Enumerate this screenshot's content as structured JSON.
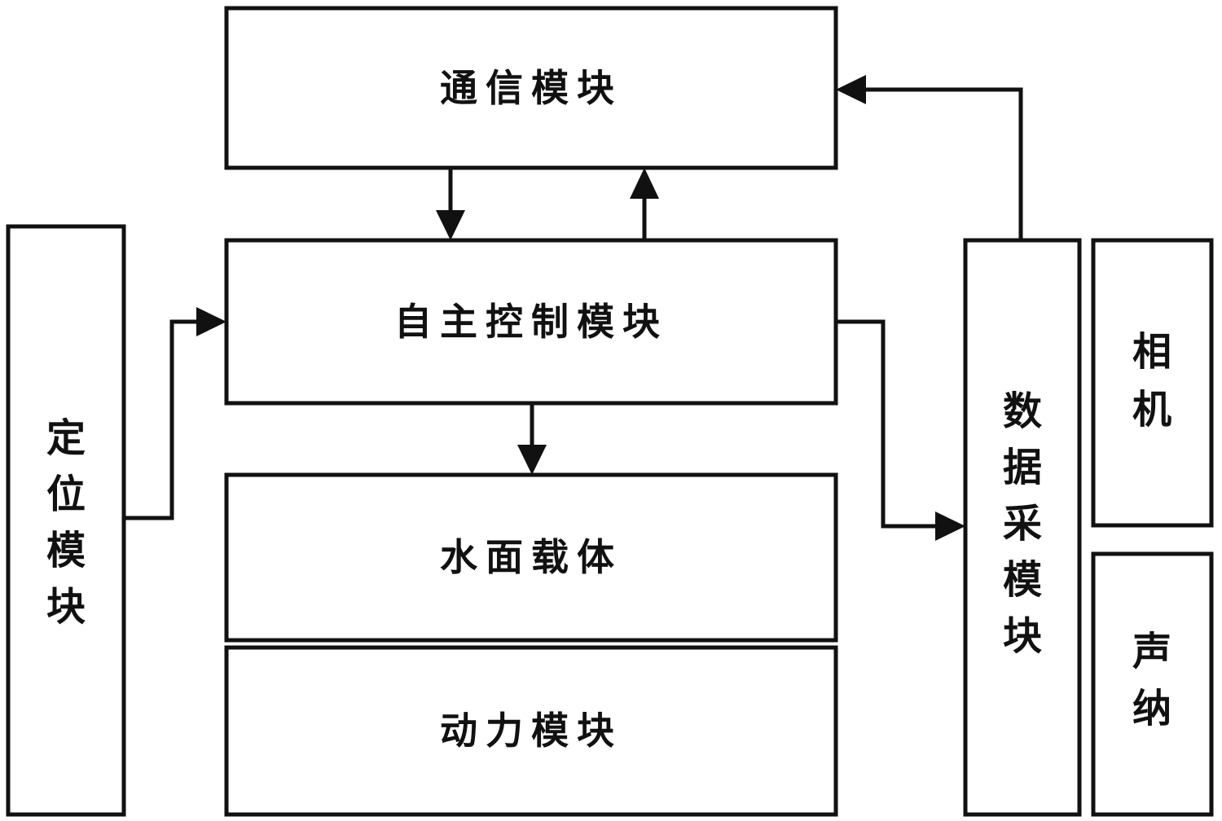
{
  "modules": {
    "communication": "通信模块",
    "autonomous_control": "自主控制模块",
    "surface_carrier": "水面载体",
    "power": "动力模块",
    "positioning": "定位模块",
    "data_acquisition": "数据采模块",
    "camera": "相机",
    "sonar": "声纳"
  },
  "colors": {
    "stroke": "#111111",
    "background": "#ffffff"
  }
}
